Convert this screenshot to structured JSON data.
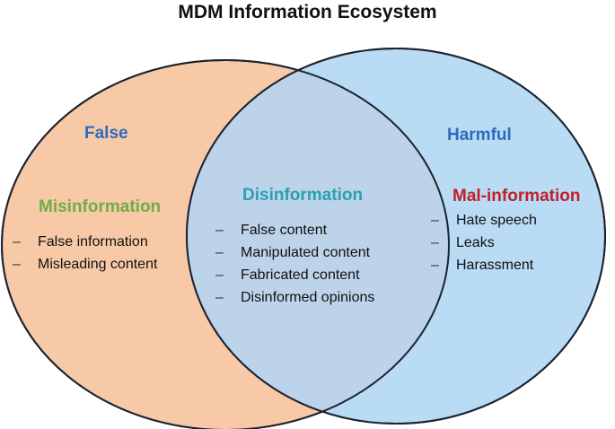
{
  "title": "MDM Information Ecosystem",
  "colors": {
    "left_fill": "#f7c9a6",
    "right_fill": "#b9dbf4",
    "overlap_fill": "#bcd3e9",
    "outline": "#1c2331",
    "false_label": "#2e6bbf",
    "harmful_label": "#2e6bbf",
    "misinformation": "#70ad47",
    "disinformation": "#2aa1b3",
    "malinformation": "#c0202a"
  },
  "sets": {
    "left": {
      "label": "False"
    },
    "right": {
      "label": "Harmful"
    }
  },
  "categories": {
    "misinformation": {
      "label": "Misinformation",
      "items": [
        "False information",
        "Misleading content"
      ]
    },
    "disinformation": {
      "label": "Disinformation",
      "items": [
        "False content",
        "Manipulated content",
        "Fabricated content",
        "Disinformed opinions"
      ]
    },
    "malinformation": {
      "label": "Mal-information",
      "items": [
        "Hate speech",
        "Leaks",
        "Harassment"
      ]
    }
  },
  "bullet": "–"
}
